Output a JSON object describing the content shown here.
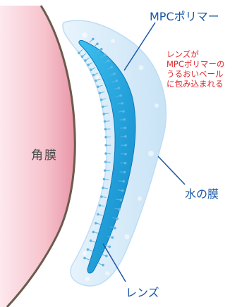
{
  "labels": {
    "mpc_polymer": "MPCポリマー",
    "callout": "レンズが\nMPCポリマーの\nうるおいベール\nに包み込まれる",
    "cornea": "角膜",
    "water_film": "水の膜",
    "lens": "レンズ"
  },
  "colors": {
    "cornea": "#f3b4c0",
    "cornea_edge": "#6b5a4e",
    "water_film": "#cfe6f7",
    "lens": "#1f9bd6",
    "beads": "#5fb6e6",
    "label_blue": "#1a57a6",
    "callout_red": "#e0262b"
  }
}
